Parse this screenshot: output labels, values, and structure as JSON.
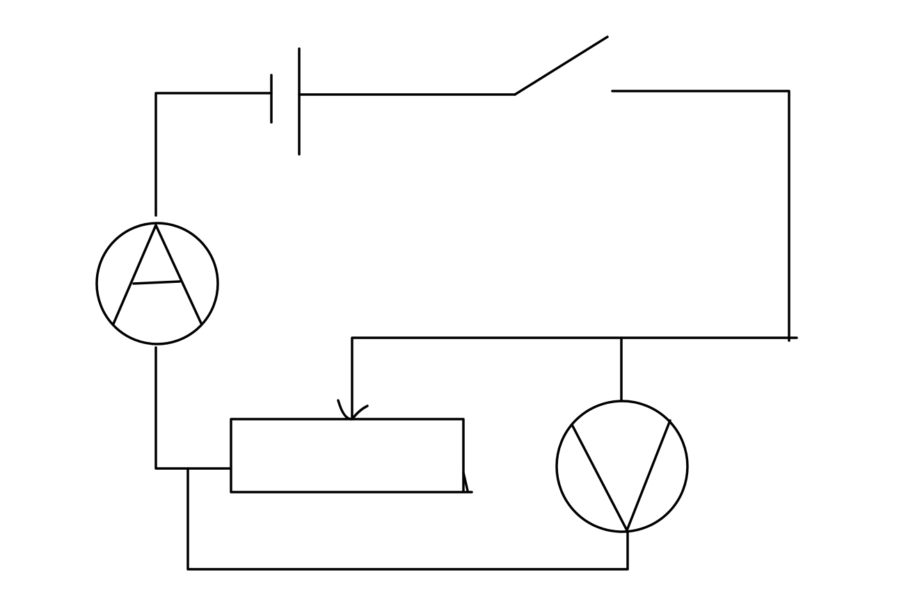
{
  "diagram": {
    "type": "circuit-schematic",
    "background": "#ffffff",
    "stroke_color": "#000000",
    "components": [
      {
        "id": "battery",
        "kind": "cell"
      },
      {
        "id": "switch",
        "kind": "switch",
        "state": "open"
      },
      {
        "id": "ammeter",
        "kind": "ammeter",
        "label": "A"
      },
      {
        "id": "voltmeter",
        "kind": "voltmeter",
        "label": "V"
      },
      {
        "id": "rheostat",
        "kind": "rheostat-with-sliding-contact"
      }
    ]
  }
}
